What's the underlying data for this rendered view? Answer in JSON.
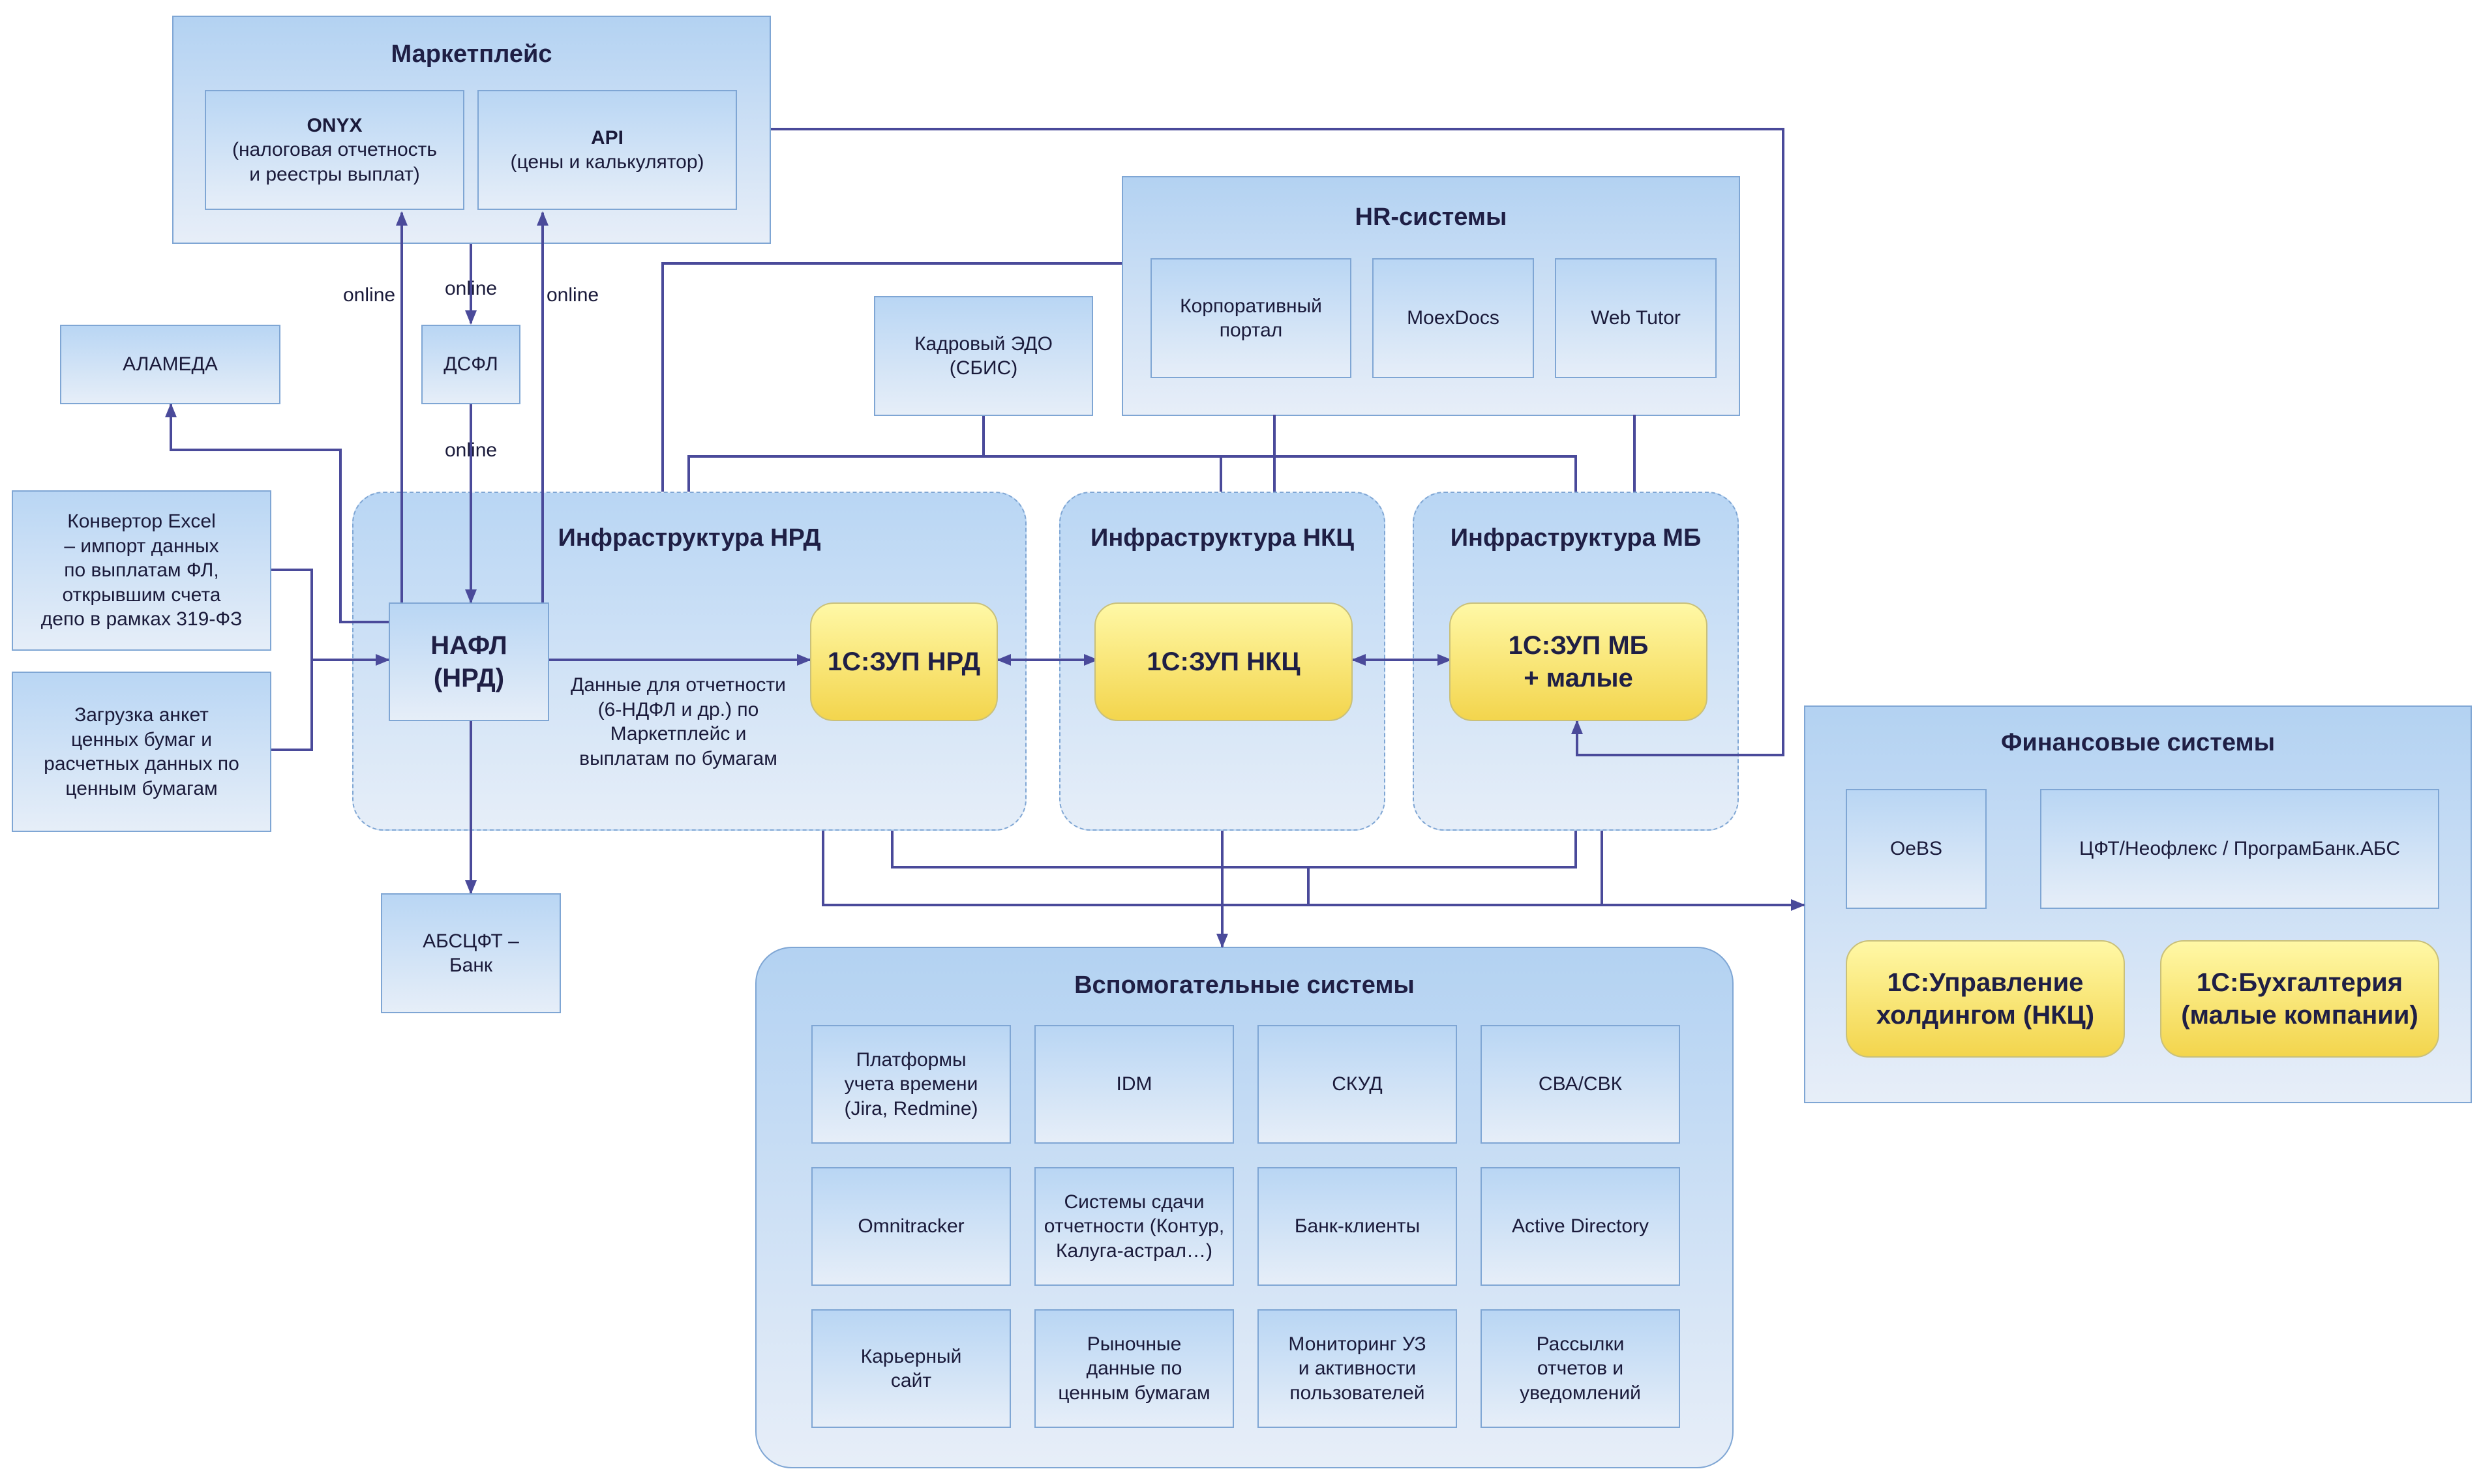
{
  "marketplace": {
    "title": "Маркетплейс",
    "onyx_title": "ONYX",
    "onyx_sub": "(налоговая отчетность\nи реестры выплат)",
    "api_title": "API",
    "api_sub": "(цены и калькулятор)"
  },
  "hr": {
    "title": "HR-системы",
    "items": [
      "Корпоративный\nпортал",
      "MoexDocs",
      "Web Tutor"
    ]
  },
  "alameda": "АЛАМЕДА",
  "dsfl": "ДСФЛ",
  "kedo": "Кадровый ЭДО\n(СБИС)",
  "converter": "Конвертор Excel\n– импорт данных\nпо выплатам ФЛ,\nоткрывшим счета\nдепо в рамках 319-ФЗ",
  "securities_load": "Загрузка анкет\nценных бумаг и\nрасчетных данных по\nценным бумагам",
  "infra": {
    "nrd_title": "Инфраструктура НРД",
    "nkc_title": "Инфраструктура НКЦ",
    "mb_title": "Инфраструктура МБ",
    "nafl": "НАФЛ\n(НРД)",
    "zup_nrd": "1С:ЗУП НРД",
    "zup_nkc": "1С:ЗУП НКЦ",
    "zup_mb": "1С:ЗУП МБ\n+ малые",
    "report_note": "Данные для отчетности\n(6-НДФЛ и др.) по\nМаркетплейс и\nвыплатам по бумагам"
  },
  "abscft": "АБСЦФТ –\nБанк",
  "online_labels": [
    "online",
    "online",
    "online",
    "online"
  ],
  "finance": {
    "title": "Финансовые системы",
    "oebs": "OeBS",
    "cft": "ЦФТ/Неофлекс / ПрограмБанк.АБС",
    "holding": "1С:Управление\nхолдингом (НКЦ)",
    "accounting": "1С:Бухгалтерия\n(малые компании)"
  },
  "aux": {
    "title": "Вспомогательные системы",
    "items": [
      "Платформы\nучета времени\n(Jira, Redmine)",
      "IDM",
      "СКУД",
      "СВА/СВК",
      "Omnitracker",
      "Системы сдачи\nотчетности (Контур,\nКалуга-астрал…)",
      "Банк-клиенты",
      "Active Directory",
      "Карьерный\nсайт",
      "Рыночные\nданные по\nценным бумагам",
      "Мониторинг УЗ\nи активности\nпользователей",
      "Рассылки\nотчетов и\nуведомлений"
    ]
  },
  "colors": {
    "line": "#4a4a9a",
    "border": "#7fa6d4",
    "accent": "#f3d54d"
  }
}
